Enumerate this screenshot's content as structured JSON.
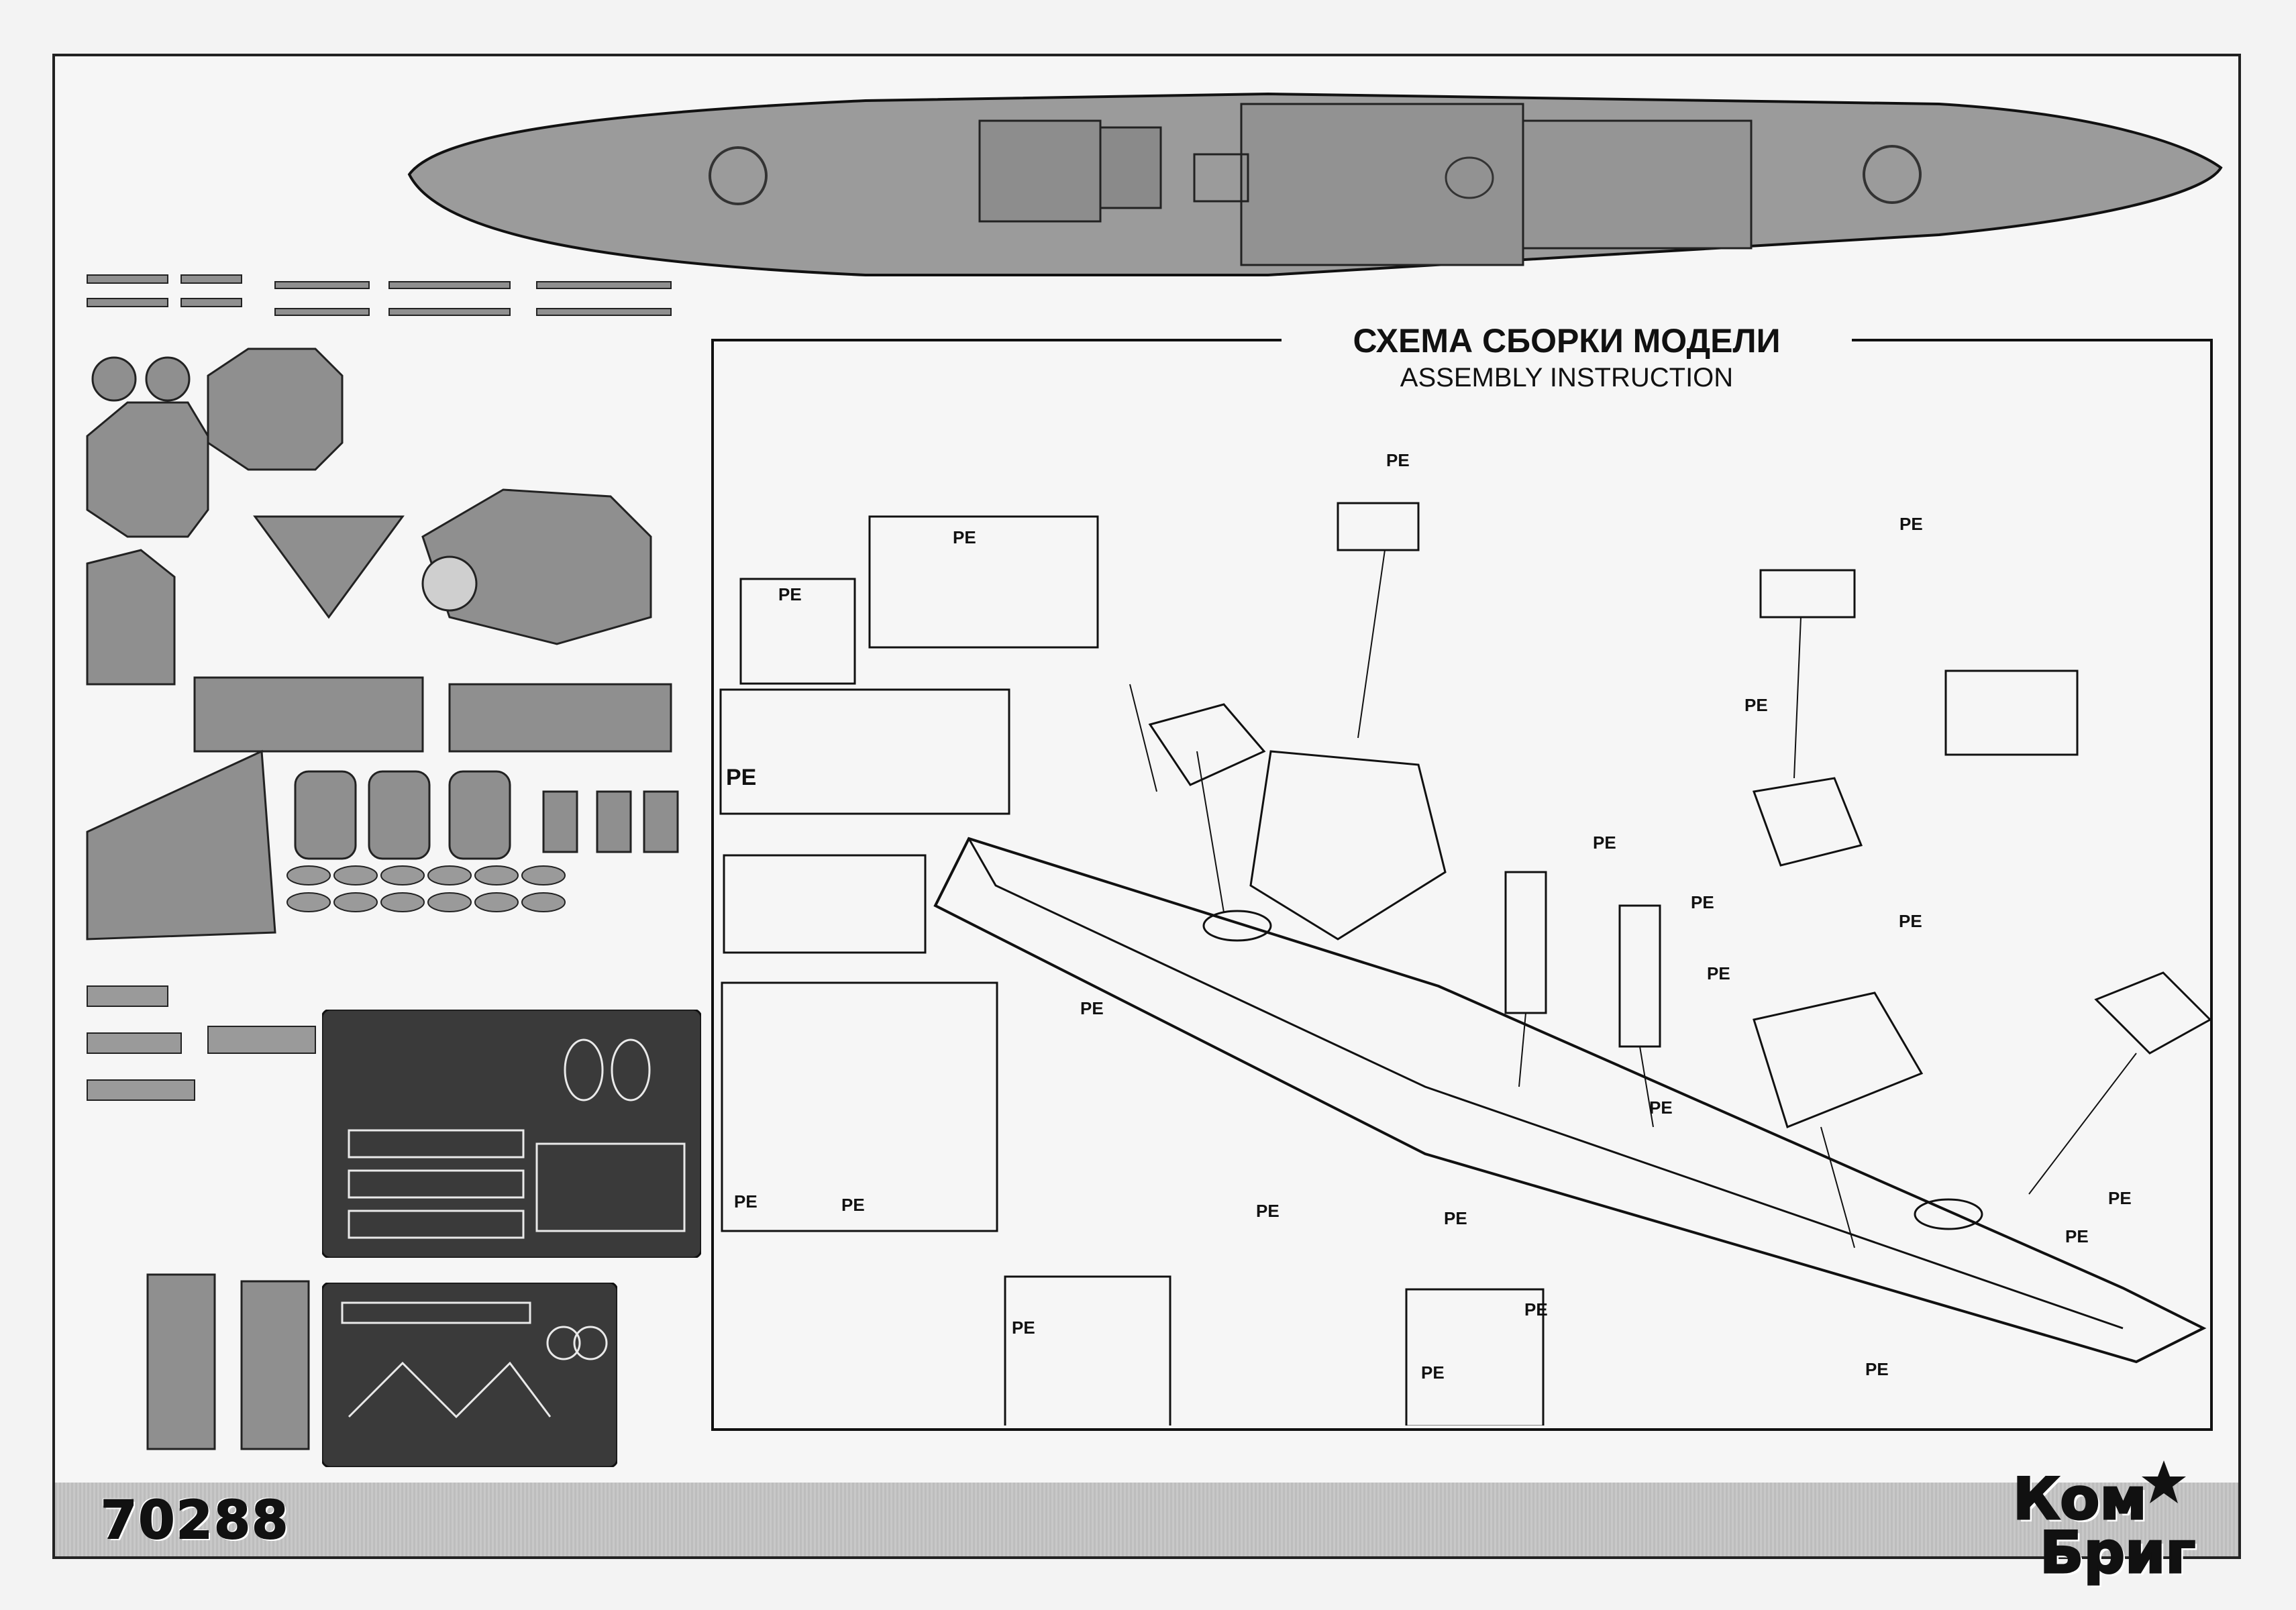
{
  "header": {
    "title_ru": "СХЕМА СБОРКИ МОДЕЛИ",
    "title_en": "ASSEMBLY INSTRUCTION"
  },
  "footer": {
    "kit_number": "70288"
  },
  "brand": {
    "line1": "Ком",
    "line2": "Бриг"
  },
  "labels": {
    "pe": "PE"
  },
  "colors": {
    "hull_fill": "#9b9b9b",
    "parts_fill": "#8f8f8f",
    "pe_fret": "#3a3a3a",
    "line": "#111111"
  }
}
